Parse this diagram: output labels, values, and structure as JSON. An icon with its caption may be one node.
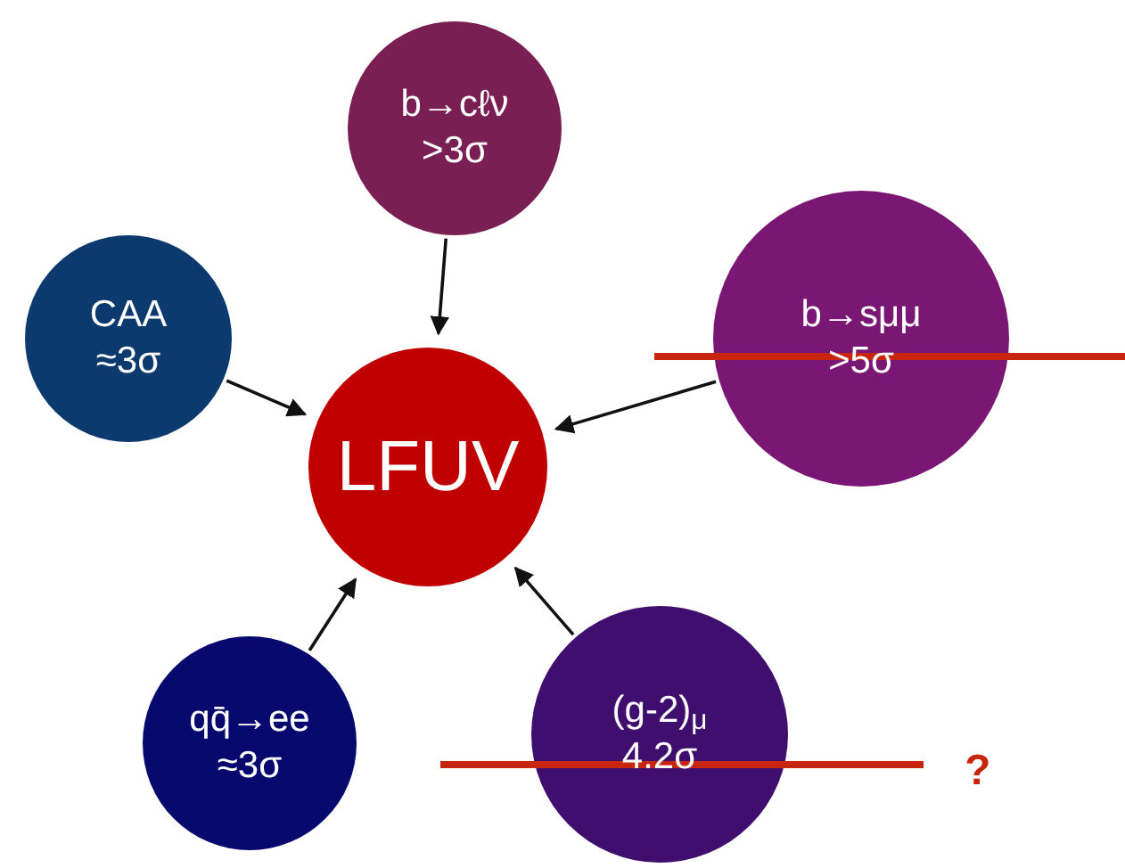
{
  "diagram": {
    "nodes": [
      {
        "text": [
          "b→cℓν",
          ">3σ"
        ]
      },
      {
        "text": [
          "CAA",
          "≈3σ"
        ]
      },
      {
        "text": [
          "LFUV"
        ]
      },
      {
        "text": [
          "b→sμμ",
          ">5σ"
        ]
      },
      {
        "text": [
          "qq̄→ee",
          "≈3σ"
        ]
      },
      {
        "text": [
          "(g-2)$_{μ}$",
          "4.2σ"
        ]
      }
    ],
    "edges": [
      {
        "from": 0,
        "to": 2,
        "arrow": "to"
      },
      {
        "from": 1,
        "to": 2,
        "arrow": "to"
      },
      {
        "from": 3,
        "to": 2,
        "arrow": "to"
      },
      {
        "from": 4,
        "to": 2,
        "arrow": "to"
      },
      {
        "from": 5,
        "to": 2,
        "arrow": "to"
      }
    ],
    "labels": [
      "?"
    ]
  }
}
